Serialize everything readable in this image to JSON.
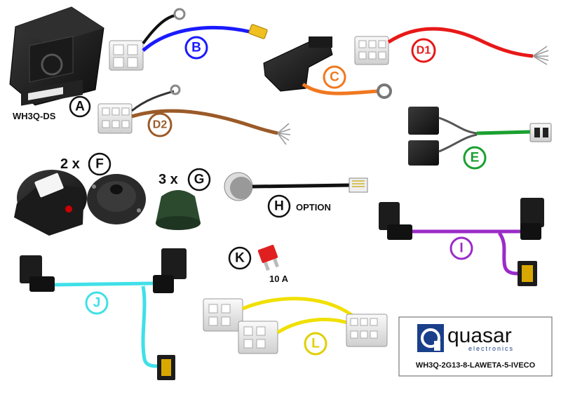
{
  "parts": {
    "A": {
      "letter": "A",
      "caption": "WH3Q-DS"
    },
    "B": {
      "letter": "B"
    },
    "C": {
      "letter": "C"
    },
    "D1": {
      "letter": "D1"
    },
    "D2": {
      "letter": "D2"
    },
    "E": {
      "letter": "E"
    },
    "F": {
      "letter": "F",
      "quantity": "2 x"
    },
    "G": {
      "letter": "G",
      "quantity": "3 x"
    },
    "H": {
      "letter": "H",
      "note": "OPTION"
    },
    "I": {
      "letter": "I"
    },
    "J": {
      "letter": "J"
    },
    "K": {
      "letter": "K",
      "rating": "10 A"
    },
    "L": {
      "letter": "L"
    }
  },
  "brand": {
    "name": "quasar",
    "sub": "electronics",
    "product_code": "WH3Q-2G13-8-LAWETA-5-IVECO"
  },
  "colors": {
    "B": "#1a1aff",
    "C": "#f07820",
    "D1": "#e81818",
    "D2": "#9b5a28",
    "E": "#1aa030",
    "I": "#9a2cc8",
    "J": "#40e0e8",
    "L": "#f0e000"
  }
}
